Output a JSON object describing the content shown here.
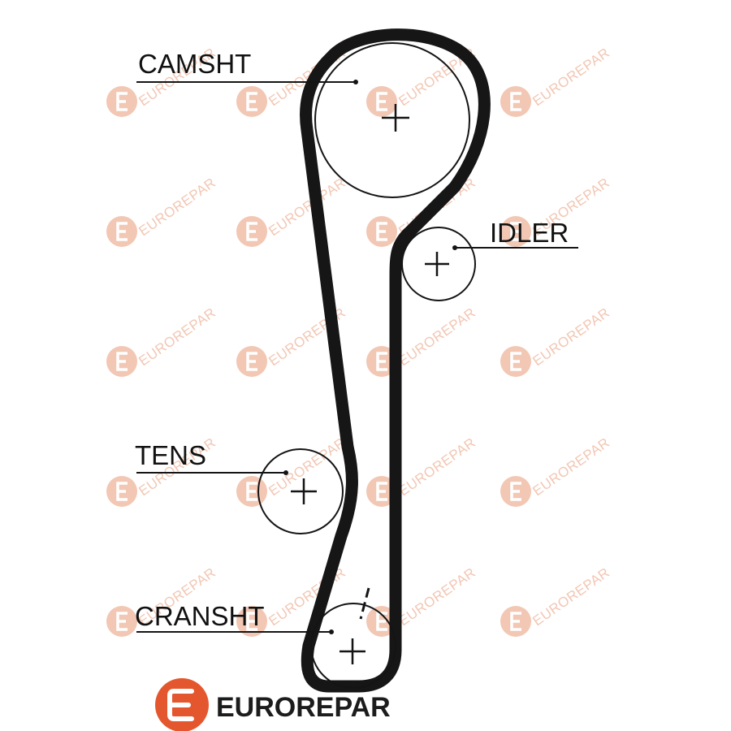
{
  "colors": {
    "belt": "#161616",
    "line": "#141414",
    "brand_orange": "#e4572e",
    "watermark": "#f2c7b4"
  },
  "watermark": {
    "text": "EUROREPAR",
    "icon": "eurorepar-logo-icon"
  },
  "labels": {
    "camshaft": "CAMSHT",
    "idler": "IDLER",
    "tensioner": "TENS",
    "crankshaft": "CRANSHT"
  },
  "brand": {
    "name": "EUROREPAR",
    "icon": "eurorepar-logo-icon"
  }
}
